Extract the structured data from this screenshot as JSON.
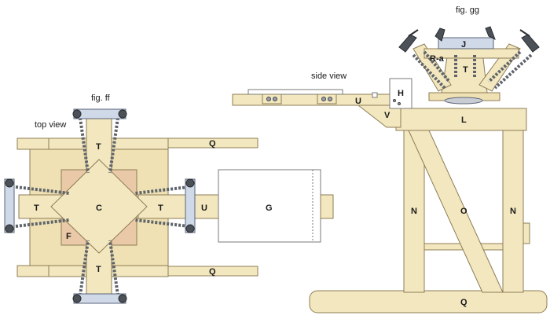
{
  "captions": {
    "fig_ff": "fig. ff",
    "fig_gg": "fig. gg",
    "top_view": "top view",
    "side_view": "side view"
  },
  "top_view_labels": {
    "T_top": "T",
    "T_left": "T",
    "T_right": "T",
    "T_bottom": "T",
    "C": "C",
    "F": "F",
    "U": "U",
    "G": "G",
    "Q_top": "Q",
    "Q_bottom": "Q"
  },
  "side_view_labels": {
    "J": "J",
    "R_a": "R-a",
    "T": "T",
    "H": "H",
    "U": "U",
    "V": "V",
    "L": "L",
    "N_left": "N",
    "O": "O",
    "N_right": "N",
    "Q": "Q"
  },
  "colors": {
    "wood": "#f3e7bf",
    "tan_plate": "#e9c9a7",
    "clamp_blue": "#cfd9e8",
    "metal": "#9aa0a8",
    "orange_block": "#d98a3a"
  }
}
